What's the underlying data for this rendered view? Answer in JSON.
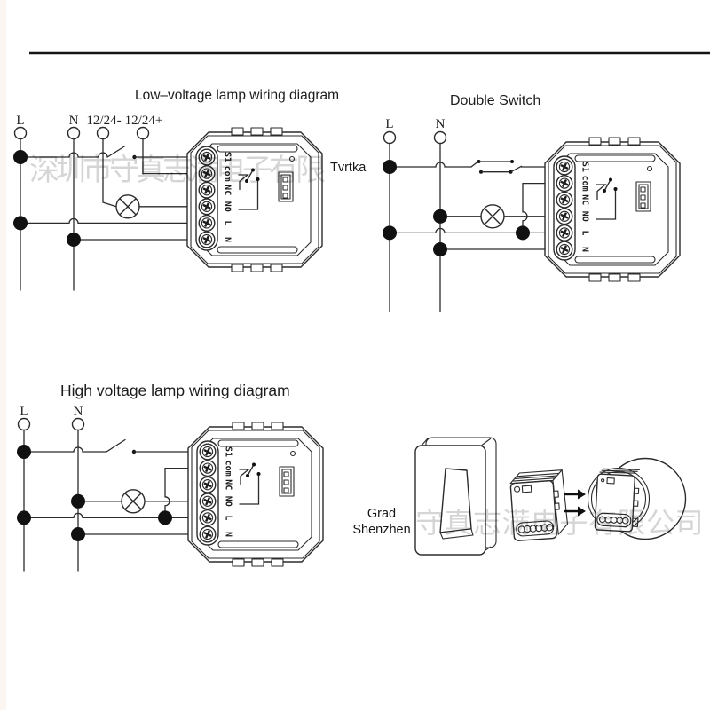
{
  "page": {
    "background": "#ffffff",
    "divider_color": "#151515",
    "line_color": "#2b2b2b",
    "watermark_color": "#000000"
  },
  "watermarks": {
    "top": "深圳市守真志满电子有限",
    "bottom": "守真志满电子有限公司"
  },
  "module": {
    "terminals": [
      "S1",
      "com",
      "NC",
      "NO",
      "L",
      "N"
    ]
  },
  "diagrams": {
    "low_voltage": {
      "title": "Low–voltage lamp wiring diagram",
      "wires": [
        "L",
        "N",
        "12/24-",
        "12/24+"
      ]
    },
    "double_switch": {
      "title": "Double Switch",
      "wires": [
        "L",
        "N"
      ]
    },
    "high_voltage": {
      "title": "High voltage lamp wiring diagram",
      "wires": [
        "L",
        "N"
      ]
    }
  },
  "annotations": {
    "brand_note": "Tvrtka",
    "location_line1": "Grad",
    "location_line2": "Shenzhen"
  }
}
